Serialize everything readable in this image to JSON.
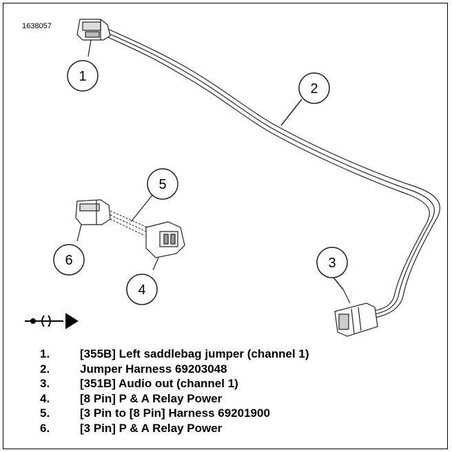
{
  "figure": {
    "id": "1638057"
  },
  "callouts": [
    "1",
    "2",
    "3",
    "4",
    "5",
    "6"
  ],
  "legend": [
    {
      "num": "1.",
      "text": "[355B] Left saddlebag jumper (channel 1)"
    },
    {
      "num": "2.",
      "text": "Jumper Harness 69203048"
    },
    {
      "num": "3.",
      "text": "[351B] Audio out (channel 1)"
    },
    {
      "num": "4.",
      "text": "[8 Pin] P & A Relay Power"
    },
    {
      "num": "5.",
      "text": "[3 Pin to [8 Pin] Harness 69201900"
    },
    {
      "num": "6.",
      "text": "[3 Pin] P & A Relay Power"
    }
  ],
  "icons": {
    "connector_symbol": "connector-mating-arrow-icon"
  }
}
